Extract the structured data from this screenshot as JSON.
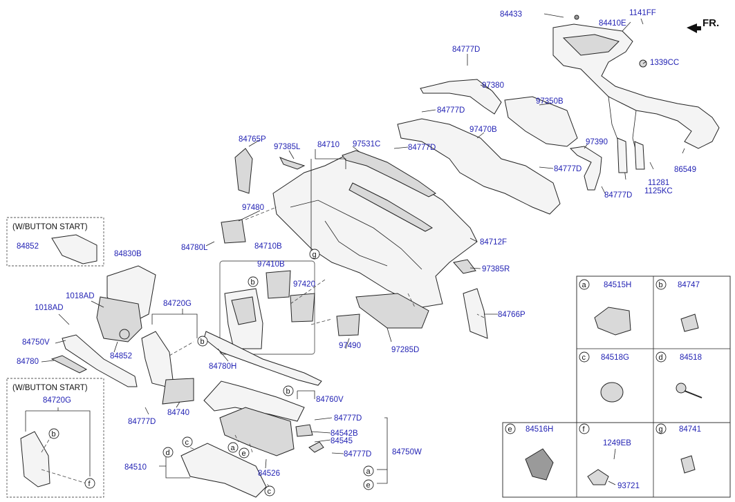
{
  "orientation": {
    "label": "FR.",
    "icon": "arrow-right-icon"
  },
  "callouts": {
    "p84433": "84433",
    "p84410E": "84410E",
    "p1141FF": "1141FF",
    "p1339CC": "1339CC",
    "p84777D_top": "84777D",
    "p97380": "97380",
    "p97350B": "97350B",
    "p84777D_b": "84777D",
    "p97470B": "97470B",
    "p84777D_c": "84777D",
    "p84777D_d": "84777D",
    "p97390": "97390",
    "p86549": "86549",
    "p11281": "11281",
    "p1125KC": "1125KC",
    "p84777D_e": "84777D",
    "p84765P": "84765P",
    "p97385L": "97385L",
    "p84710": "84710",
    "p97531C": "97531C",
    "p97480": "97480",
    "p84780L": "84780L",
    "p84710B": "84710B",
    "p97410B": "97410B",
    "p97420": "97420",
    "p84712F": "84712F",
    "p97385R": "97385R",
    "p84766P": "84766P",
    "p84830B": "84830B",
    "p1018AD_a": "1018AD",
    "p1018AD_b": "1018AD",
    "p84720G": "84720G",
    "p84750V": "84750V",
    "p84780": "84780",
    "p84852_b": "84852",
    "p97490": "97490",
    "p97285D": "97285D",
    "p84780H": "84780H",
    "p84760V": "84760V",
    "p84740": "84740",
    "p84777D_f": "84777D",
    "p84777D_g": "84777D",
    "p84542B": "84542B",
    "p84545": "84545",
    "p84777D_h": "84777D",
    "p84750W": "84750W",
    "p84510": "84510",
    "p84526": "84526",
    "p84852_a": "84852",
    "p84720G_b": "84720G"
  },
  "option_boxes": [
    {
      "title": "(W/BUTTON START)"
    },
    {
      "title": "(W/BUTTON START)"
    }
  ],
  "markers": [
    "a",
    "b",
    "c",
    "d",
    "e",
    "f",
    "g"
  ],
  "legend": [
    {
      "letter": "a",
      "part": "84515H"
    },
    {
      "letter": "b",
      "part": "84747"
    },
    {
      "letter": "c",
      "part": "84518G"
    },
    {
      "letter": "d",
      "part": "84518"
    },
    {
      "letter": "e",
      "part": "84516H"
    },
    {
      "letter": "f",
      "part": ""
    },
    {
      "letter": "g",
      "part": "84741"
    }
  ],
  "legend_f_parts": {
    "top": "1249EB",
    "bottom": "93721"
  }
}
